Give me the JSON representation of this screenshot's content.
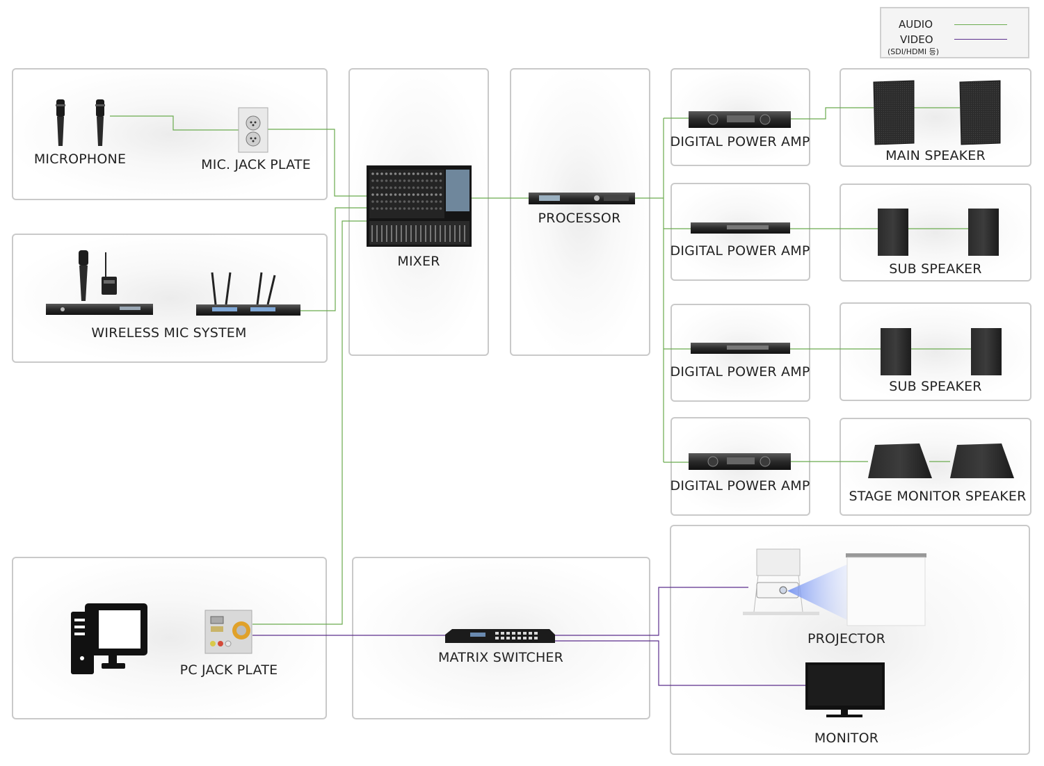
{
  "legend": {
    "audio_label": "AUDIO",
    "video_label": "VIDEO",
    "video_sub": "(SDI/HDMI 등)",
    "audio_color": "#6aab4e",
    "video_color": "#5b2d8c"
  },
  "labels": {
    "microphone": "MICROPHONE",
    "mic_jack_plate": "MIC. JACK PLATE",
    "wireless_mic_system": "WIRELESS MIC SYSTEM",
    "mixer": "MIXER",
    "processor": "PROCESSOR",
    "amp1": "DIGITAL POWER AMP",
    "amp2": "DIGITAL POWER AMP",
    "amp3": "DIGITAL POWER AMP",
    "amp4": "DIGITAL POWER AMP",
    "main_speaker": "MAIN SPEAKER",
    "sub_speaker_1": "SUB SPEAKER",
    "sub_speaker_2": "SUB SPEAKER",
    "stage_monitor_speaker": "STAGE MONITOR SPEAKER",
    "pc_jack_plate": "PC JACK PLATE",
    "matrix_switcher": "MATRIX SWITCHER",
    "projector": "PROJECTOR",
    "monitor": "MONITOR"
  }
}
